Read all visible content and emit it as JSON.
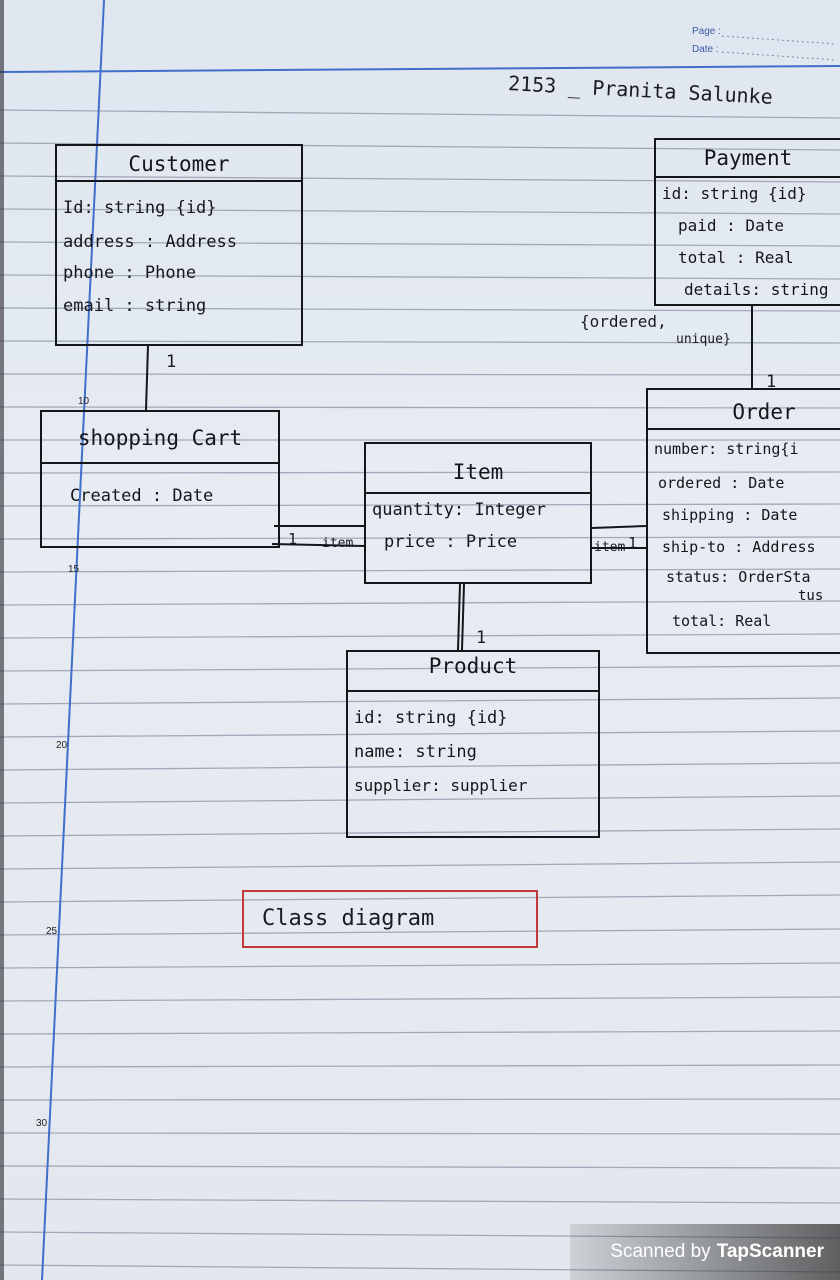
{
  "header": {
    "page_label": "Page :",
    "date_label": "Date :",
    "author": "2153 _ Pranita Salunke"
  },
  "margin_numbers": [
    "10",
    "15",
    "20",
    "25",
    "30"
  ],
  "classes": {
    "customer": {
      "name": "Customer",
      "attributes": [
        "Id: string {id}",
        "address : Address",
        "phone : Phone",
        "email : string"
      ]
    },
    "shopping_cart": {
      "name": "shopping Cart",
      "attributes": [
        "Created : Date"
      ]
    },
    "item": {
      "name": "Item",
      "attributes": [
        "quantity: Integer",
        "price : Price"
      ]
    },
    "product": {
      "name": "Product",
      "attributes": [
        "id: string {id}",
        "name: string",
        "supplier: supplier"
      ]
    },
    "payment": {
      "name": "Payment",
      "attributes": [
        "id: string {id}",
        "paid : Date",
        "total : Real",
        "details: string"
      ]
    },
    "order": {
      "name": "Order",
      "attributes": [
        "number: string{i",
        "ordered : Date",
        "shipping : Date",
        "ship-to : Address",
        "status: OrderSta",
        "tus",
        "total: Real"
      ]
    }
  },
  "associations": {
    "customer_cart_mult": "1",
    "cart_item_mult": "1",
    "cart_item_role": "item",
    "item_order_role": "item",
    "item_order_mult": "1",
    "item_product_mult": "1",
    "payment_order_constraint_1": "{ordered,",
    "payment_order_constraint_2": "unique}",
    "payment_order_mult": "1"
  },
  "caption": "Class diagram",
  "scan_badge": {
    "prefix": "Scanned by",
    "brand": "TapScanner"
  }
}
